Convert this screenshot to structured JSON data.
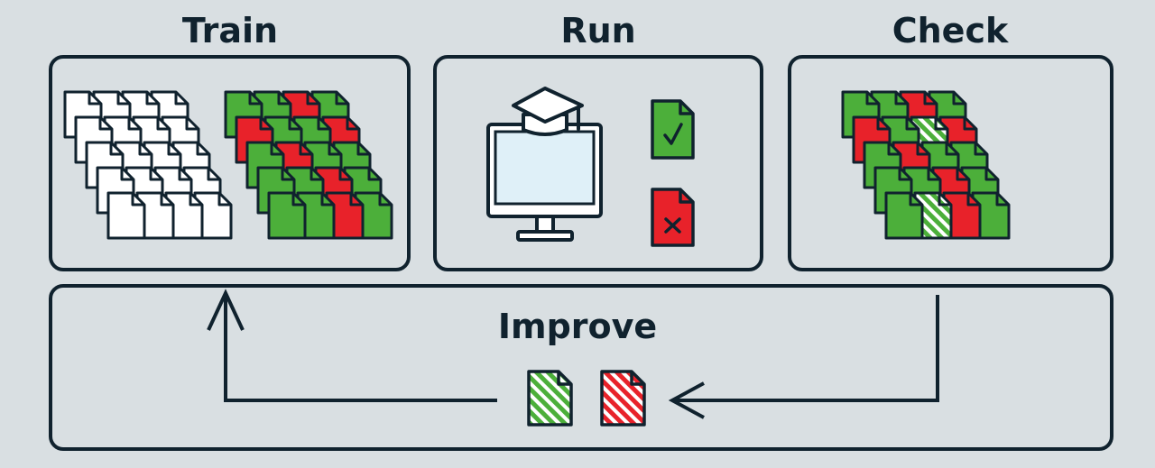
{
  "stages": {
    "train": "Train",
    "run": "Run",
    "check": "Check",
    "improve": "Improve"
  },
  "colors": {
    "background": "#d9dfe2",
    "outline": "#10222e",
    "correct": "#4caf3a",
    "incorrect": "#e8222a",
    "unlabeled": "#ffffff",
    "screen": "#dff0f8"
  },
  "icons": {
    "unlabeled_documents": "document-stack-white-icon",
    "labeled_documents": "document-stack-labeled-icon",
    "model": "computer-graduation-cap-icon",
    "correct_result": "document-check-icon",
    "incorrect_result": "document-cross-icon",
    "feedback_documents": "document-hatched-icon",
    "loop_arrow": "feedback-arrow-icon"
  }
}
